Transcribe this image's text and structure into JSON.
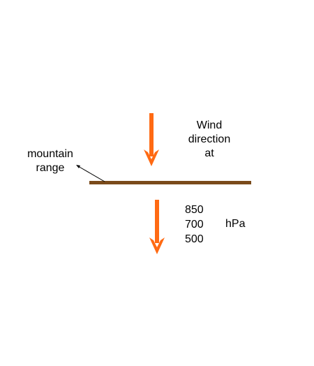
{
  "labels": {
    "wind_line1": "Wind",
    "wind_line2": "direction",
    "wind_line3": "at",
    "mountain_line1": "mountain",
    "mountain_line2": "range",
    "level_850": "850",
    "level_700": "700",
    "level_500": "500",
    "unit": "hPa"
  },
  "colors": {
    "arrow": "#ff6a13",
    "mountain": "#7a4a1a",
    "pointer": "#000000"
  },
  "icons": {
    "upper_arrow": "arrow-down-icon",
    "lower_arrow": "arrow-down-icon"
  }
}
